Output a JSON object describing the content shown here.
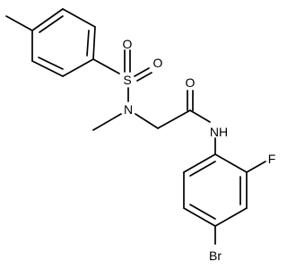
{
  "molecule": {
    "atoms": {
      "S": "S",
      "O_top": "O",
      "O_right": "O",
      "N_sulfonamide": "N",
      "O_carbonyl": "O",
      "NH": "NH",
      "F": "F",
      "Br": "Br"
    }
  },
  "colors": {
    "bond": "#000000",
    "label": "#000000",
    "background": "#ffffff"
  }
}
